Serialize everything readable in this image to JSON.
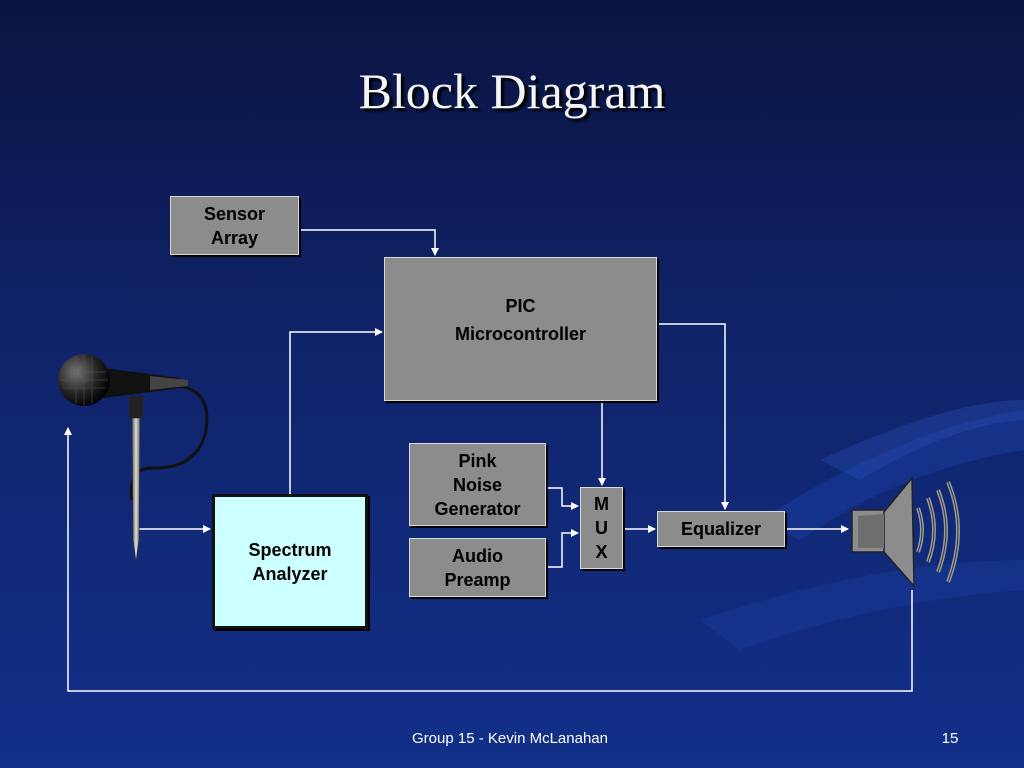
{
  "title": "Block Diagram",
  "blocks": {
    "sensor_array": [
      "Sensor",
      "Array"
    ],
    "pic": [
      "PIC",
      "Microcontroller"
    ],
    "pink_noise": [
      "Pink",
      "Noise",
      "Generator"
    ],
    "audio_preamp": [
      "Audio",
      "Preamp"
    ],
    "mux": [
      "M",
      "U",
      "X"
    ],
    "equalizer": "Equalizer",
    "spectrum_analyzer": [
      "Spectrum",
      "Analyzer"
    ]
  },
  "icons": {
    "input": "microphone-icon",
    "output": "speaker-icon"
  },
  "footer": {
    "text": "Group 15 - Kevin McLanahan",
    "page": "15"
  },
  "colors": {
    "block_fill": "#8c8c8c",
    "analyzer_fill": "#ccffff",
    "connector": "#ffffff",
    "background": "#12308a"
  }
}
